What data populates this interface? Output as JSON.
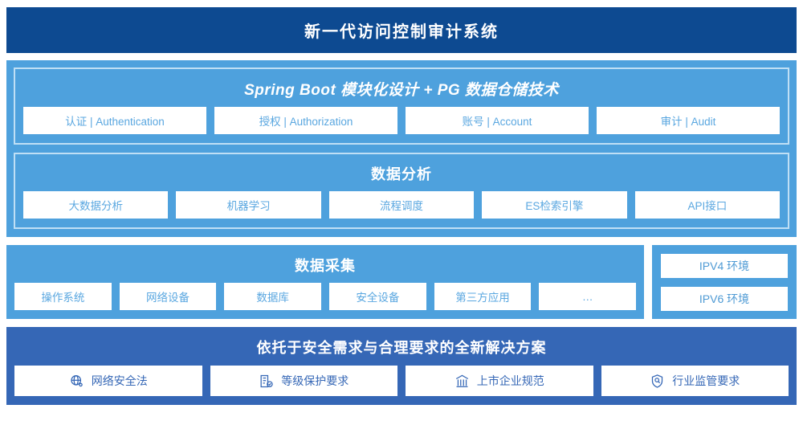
{
  "header": {
    "title": "新一代访问控制审计系统"
  },
  "platform": {
    "title": "Spring Boot 模块化设计 + PG 数据仓储技术",
    "items": [
      {
        "label": "认证 | Authentication"
      },
      {
        "label": "授权 | Authorization"
      },
      {
        "label": "账号 | Account"
      },
      {
        "label": "审计 | Audit"
      }
    ]
  },
  "analysis": {
    "title": "数据分析",
    "items": [
      {
        "label": "大数据分析"
      },
      {
        "label": "机器学习"
      },
      {
        "label": "流程调度"
      },
      {
        "label": "ES检索引擎"
      },
      {
        "label": "API接口"
      }
    ]
  },
  "collection": {
    "title": "数据采集",
    "items": [
      {
        "label": "操作系统"
      },
      {
        "label": "网络设备"
      },
      {
        "label": "数据库"
      },
      {
        "label": "安全设备"
      },
      {
        "label": "第三方应用"
      },
      {
        "label": "…"
      }
    ]
  },
  "environment": {
    "items": [
      {
        "label": "IPV4 环境"
      },
      {
        "label": "IPV6 环境"
      }
    ]
  },
  "compliance": {
    "title": "依托于安全需求与合理要求的全新解决方案",
    "items": [
      {
        "label": "网络安全法",
        "icon": "globe-network-icon"
      },
      {
        "label": "等级保护要求",
        "icon": "document-check-icon"
      },
      {
        "label": "上市企业规范",
        "icon": "bank-building-icon"
      },
      {
        "label": "行业监管要求",
        "icon": "shield-search-icon"
      }
    ]
  },
  "colors": {
    "header_blue": "#0d4a91",
    "panel_blue": "#4ea1dd",
    "bottom_blue": "#3567b6",
    "chip_text_blue": "#5aa7e0",
    "inner_border": "#bfdff5",
    "white": "#ffffff"
  }
}
